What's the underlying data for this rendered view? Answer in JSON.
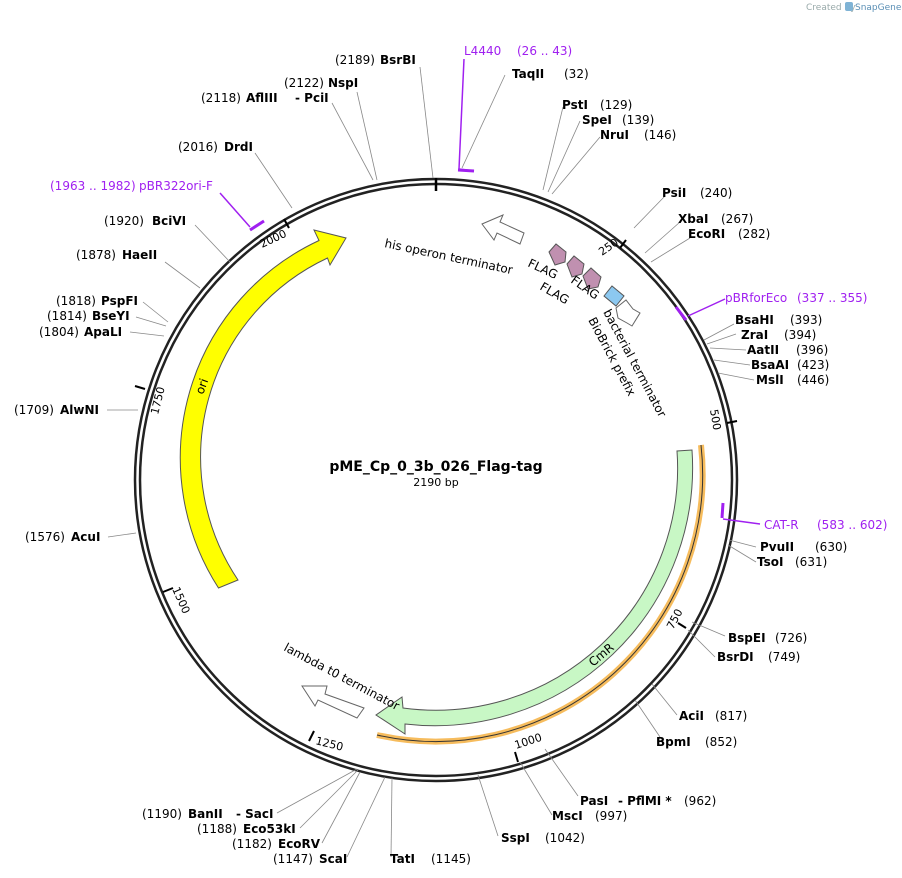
{
  "credit": {
    "prefix": "Created by",
    "brand": "SnapGene"
  },
  "plasmid": {
    "name": "pME_Cp_0_3b_026_Flag-tag",
    "size": "2190 bp"
  },
  "colors": {
    "backbone": "#222222",
    "ori": "#ffff00",
    "cmr": "#c8f7c5",
    "primer": "#a020f0",
    "flag": "#c090b0",
    "prefix": "#8cc8f0",
    "terminator": "#ffffff"
  },
  "ticks": [
    "250",
    "500",
    "750",
    "1000",
    "1250",
    "1500",
    "1750",
    "2000"
  ],
  "features": {
    "ori": "ori",
    "cmr": "CmR",
    "his_term": "his operon terminator",
    "lambda_term": "lambda t0 terminator",
    "flag1": "FLAG",
    "flag2": "FLAG",
    "flag3": "FLAG",
    "bact_term": "bacterial terminator",
    "biobrick": "BioBrick prefix"
  },
  "primers": {
    "l4440": {
      "name": "L4440",
      "range": "(26 .. 43)"
    },
    "pbr322ori": {
      "name": "pBR322ori-F",
      "range": "(1963 .. 1982)"
    },
    "pbrforeco": {
      "name": "pBRforEco",
      "range": "(337 .. 355)"
    },
    "catr": {
      "name": "CAT-R",
      "range": "(583 .. 602)"
    }
  },
  "sites": {
    "bsrbi": {
      "pos": "(2189)",
      "name": "BsrBI"
    },
    "nspi": {
      "pos": "(2122)",
      "name": "NspI"
    },
    "afliii": {
      "pos": "(2118)",
      "name": "AflIII",
      "extra": "- PciI"
    },
    "drdi": {
      "pos": "(2016)",
      "name": "DrdI"
    },
    "bcivi": {
      "pos": "(1920)",
      "name": "BciVI"
    },
    "haeii": {
      "pos": "(1878)",
      "name": "HaeII"
    },
    "pspfi": {
      "pos": "(1818)",
      "name": "PspFI"
    },
    "bseyi": {
      "pos": "(1814)",
      "name": "BseYI"
    },
    "apali": {
      "pos": "(1804)",
      "name": "ApaLI"
    },
    "alwni": {
      "pos": "(1709)",
      "name": "AlwNI"
    },
    "acui": {
      "pos": "(1576)",
      "name": "AcuI"
    },
    "taqii": {
      "name": "TaqII",
      "pos": "(32)"
    },
    "psti": {
      "name": "PstI",
      "pos": "(129)"
    },
    "spei": {
      "name": "SpeI",
      "pos": "(139)"
    },
    "nrui": {
      "name": "NruI",
      "pos": "(146)"
    },
    "psii": {
      "name": "PsiI",
      "pos": "(240)"
    },
    "xbai": {
      "name": "XbaI",
      "pos": "(267)"
    },
    "ecori": {
      "name": "EcoRI",
      "pos": "(282)"
    },
    "bsahi": {
      "name": "BsaHI",
      "pos": "(393)"
    },
    "zrai": {
      "name": "ZraI",
      "pos": "(394)"
    },
    "aatii": {
      "name": "AatII",
      "pos": "(396)"
    },
    "bsaai": {
      "name": "BsaAI",
      "pos": "(423)"
    },
    "msli": {
      "name": "MslI",
      "pos": "(446)"
    },
    "pvuii": {
      "name": "PvuII",
      "pos": "(630)"
    },
    "tsoi": {
      "name": "TsoI",
      "pos": "(631)"
    },
    "bspei": {
      "name": "BspEI",
      "pos": "(726)"
    },
    "bsrdi": {
      "name": "BsrDI",
      "pos": "(749)"
    },
    "acii": {
      "name": "AciI",
      "pos": "(817)"
    },
    "bpmi": {
      "name": "BpmI",
      "pos": "(852)"
    },
    "pasi": {
      "name": "PasI",
      "extra": "- PflMI *",
      "pos": "(962)"
    },
    "msci": {
      "name": "MscI",
      "pos": "(997)"
    },
    "sspi": {
      "name": "SspI",
      "pos": "(1042)"
    },
    "tati": {
      "name": "TatI",
      "pos": "(1145)"
    },
    "scai": {
      "pos": "(1147)",
      "name": "ScaI"
    },
    "ecorv": {
      "pos": "(1182)",
      "name": "EcoRV"
    },
    "eco53ki": {
      "pos": "(1188)",
      "name": "Eco53kI"
    },
    "banii": {
      "pos": "(1190)",
      "name": "BanII",
      "extra": "- SacI"
    }
  }
}
